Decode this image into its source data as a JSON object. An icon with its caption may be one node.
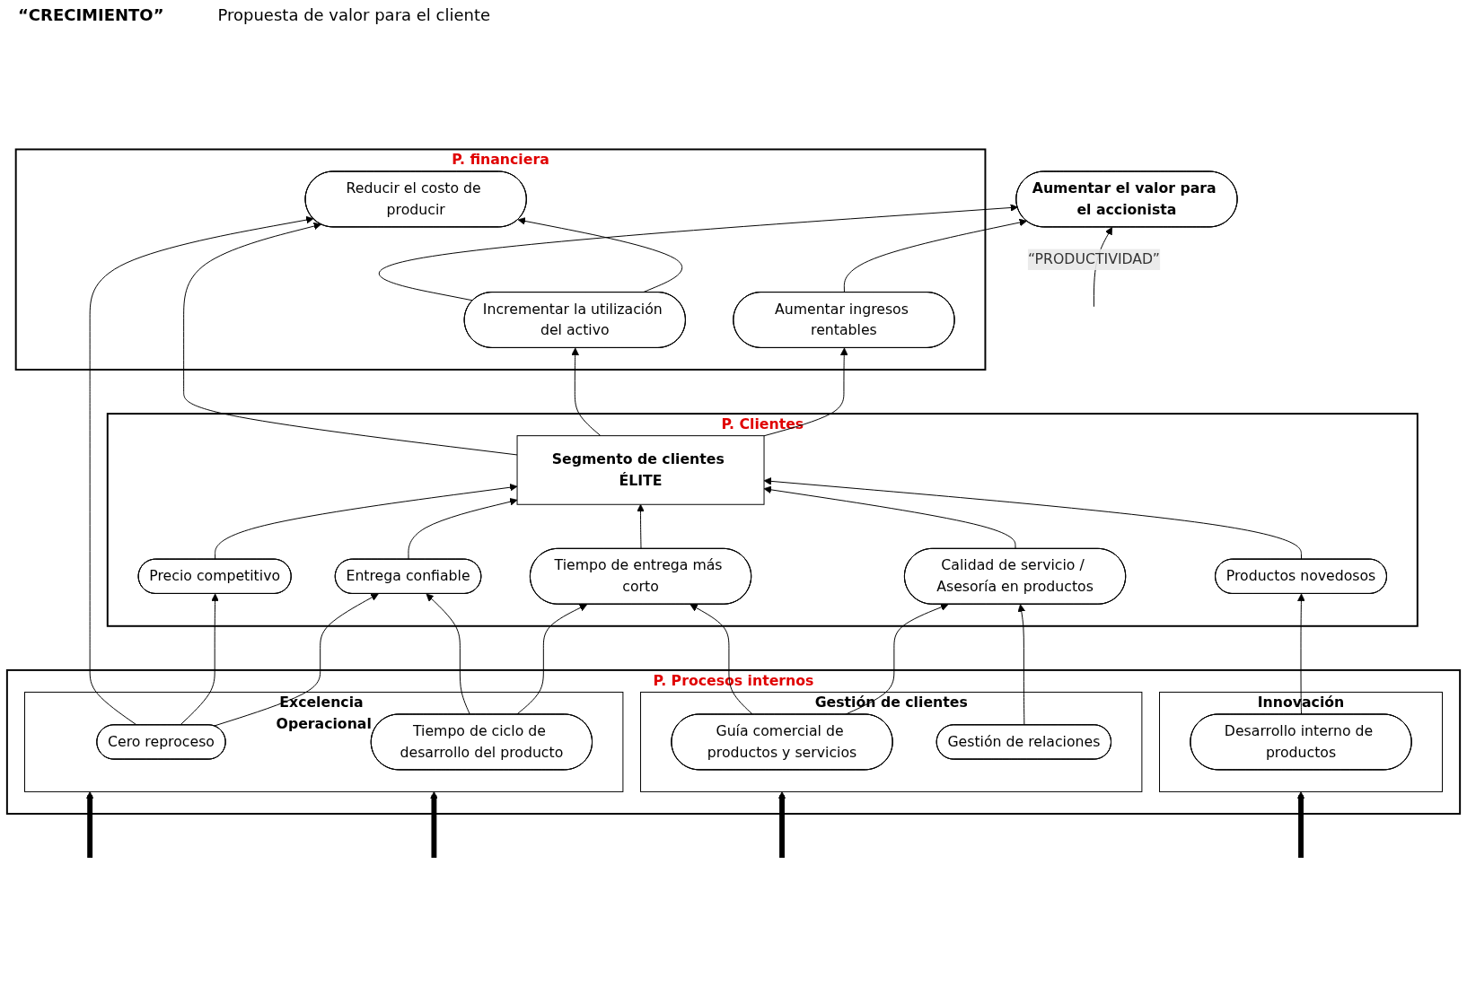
{
  "diagram": {
    "nodes": [
      {
        "text": [
          "Aumentar el valor para el accionista"
        ]
      },
      {
        "text": [
          "P. financiera"
        ]
      },
      {
        "text": [
          "Reducir el costo de producir"
        ],
        "in": 1
      },
      {
        "text": [
          "Incrementar la utilización del activo"
        ],
        "in": 1
      },
      {
        "text": [
          "Aumentar ingresos rentables"
        ],
        "in": 1
      },
      {
        "text": [
          "P. Clientes"
        ]
      },
      {
        "text": [
          "Segmento de clientes ÉLITE"
        ],
        "in": 5
      },
      {
        "text": [
          "Precio competitivo"
        ],
        "in": 5
      },
      {
        "text": [
          "Entrega confiable"
        ],
        "in": 5
      },
      {
        "text": [
          "Tiempo de entrega más corto"
        ],
        "in": 5
      },
      {
        "text": [
          "Calidad de servicio / Asesoría en productos"
        ],
        "in": 5
      },
      {
        "text": [
          "Productos novedosos"
        ],
        "in": 5
      },
      {
        "text": [
          "P. Procesos internos"
        ]
      },
      {
        "text": [
          "Excelencia Operacional"
        ],
        "in": 12
      },
      {
        "text": [
          "Cero reproceso"
        ],
        "in": 13
      },
      {
        "text": [
          "Tiempo de ciclo de desarrollo del producto"
        ],
        "in": 13
      },
      {
        "text": [
          "Gestión de clientes"
        ],
        "in": 12
      },
      {
        "text": [
          "Guía comercial de productos y servicios"
        ],
        "in": 16
      },
      {
        "text": [
          "Gestión de relaciones"
        ],
        "in": 16
      },
      {
        "text": [
          "Innovación"
        ],
        "in": 12
      },
      {
        "text": [
          "Desarrollo interno de productos"
        ],
        "in": 19
      }
    ],
    "edges": [
      {
        "from": null,
        "to": 0,
        "arrow": "to",
        "label": "“PRODUCTIVIDAD”"
      },
      {
        "from": 3,
        "to": 0,
        "arrow": "to"
      },
      {
        "from": 4,
        "to": 0,
        "arrow": "to"
      },
      {
        "from": 3,
        "to": 2,
        "arrow": "to"
      },
      {
        "from": 6,
        "to": 2,
        "arrow": "to"
      },
      {
        "from": 6,
        "to": 3,
        "arrow": "to"
      },
      {
        "from": 6,
        "to": 4,
        "arrow": "to"
      },
      {
        "from": 7,
        "to": 6,
        "arrow": "to"
      },
      {
        "from": 8,
        "to": 6,
        "arrow": "to"
      },
      {
        "from": 9,
        "to": 6,
        "arrow": "to"
      },
      {
        "from": 10,
        "to": 6,
        "arrow": "to"
      },
      {
        "from": 11,
        "to": 6,
        "arrow": "to"
      },
      {
        "from": 14,
        "to": 2,
        "arrow": "to"
      },
      {
        "from": 14,
        "to": 7,
        "arrow": "to"
      },
      {
        "from": 14,
        "to": 8,
        "arrow": "to"
      },
      {
        "from": 15,
        "to": 8,
        "arrow": "to"
      },
      {
        "from": 15,
        "to": 9,
        "arrow": "to"
      },
      {
        "from": 17,
        "to": 9,
        "arrow": "to"
      },
      {
        "from": 17,
        "to": 10,
        "arrow": "to"
      },
      {
        "from": 18,
        "to": 10,
        "arrow": "to"
      },
      {
        "from": 20,
        "to": 11,
        "arrow": "to"
      },
      {
        "from": null,
        "to": 13,
        "arrow": "to",
        "style": "thick"
      },
      {
        "from": null,
        "to": 13,
        "arrow": "to",
        "style": "thick"
      },
      {
        "from": null,
        "to": 16,
        "arrow": "to",
        "style": "thick"
      },
      {
        "from": null,
        "to": 19,
        "arrow": "to",
        "style": "thick"
      }
    ],
    "labels": [
      "“CRECIMIENTO”",
      "Propuesta de valor para el cliente"
    ]
  }
}
